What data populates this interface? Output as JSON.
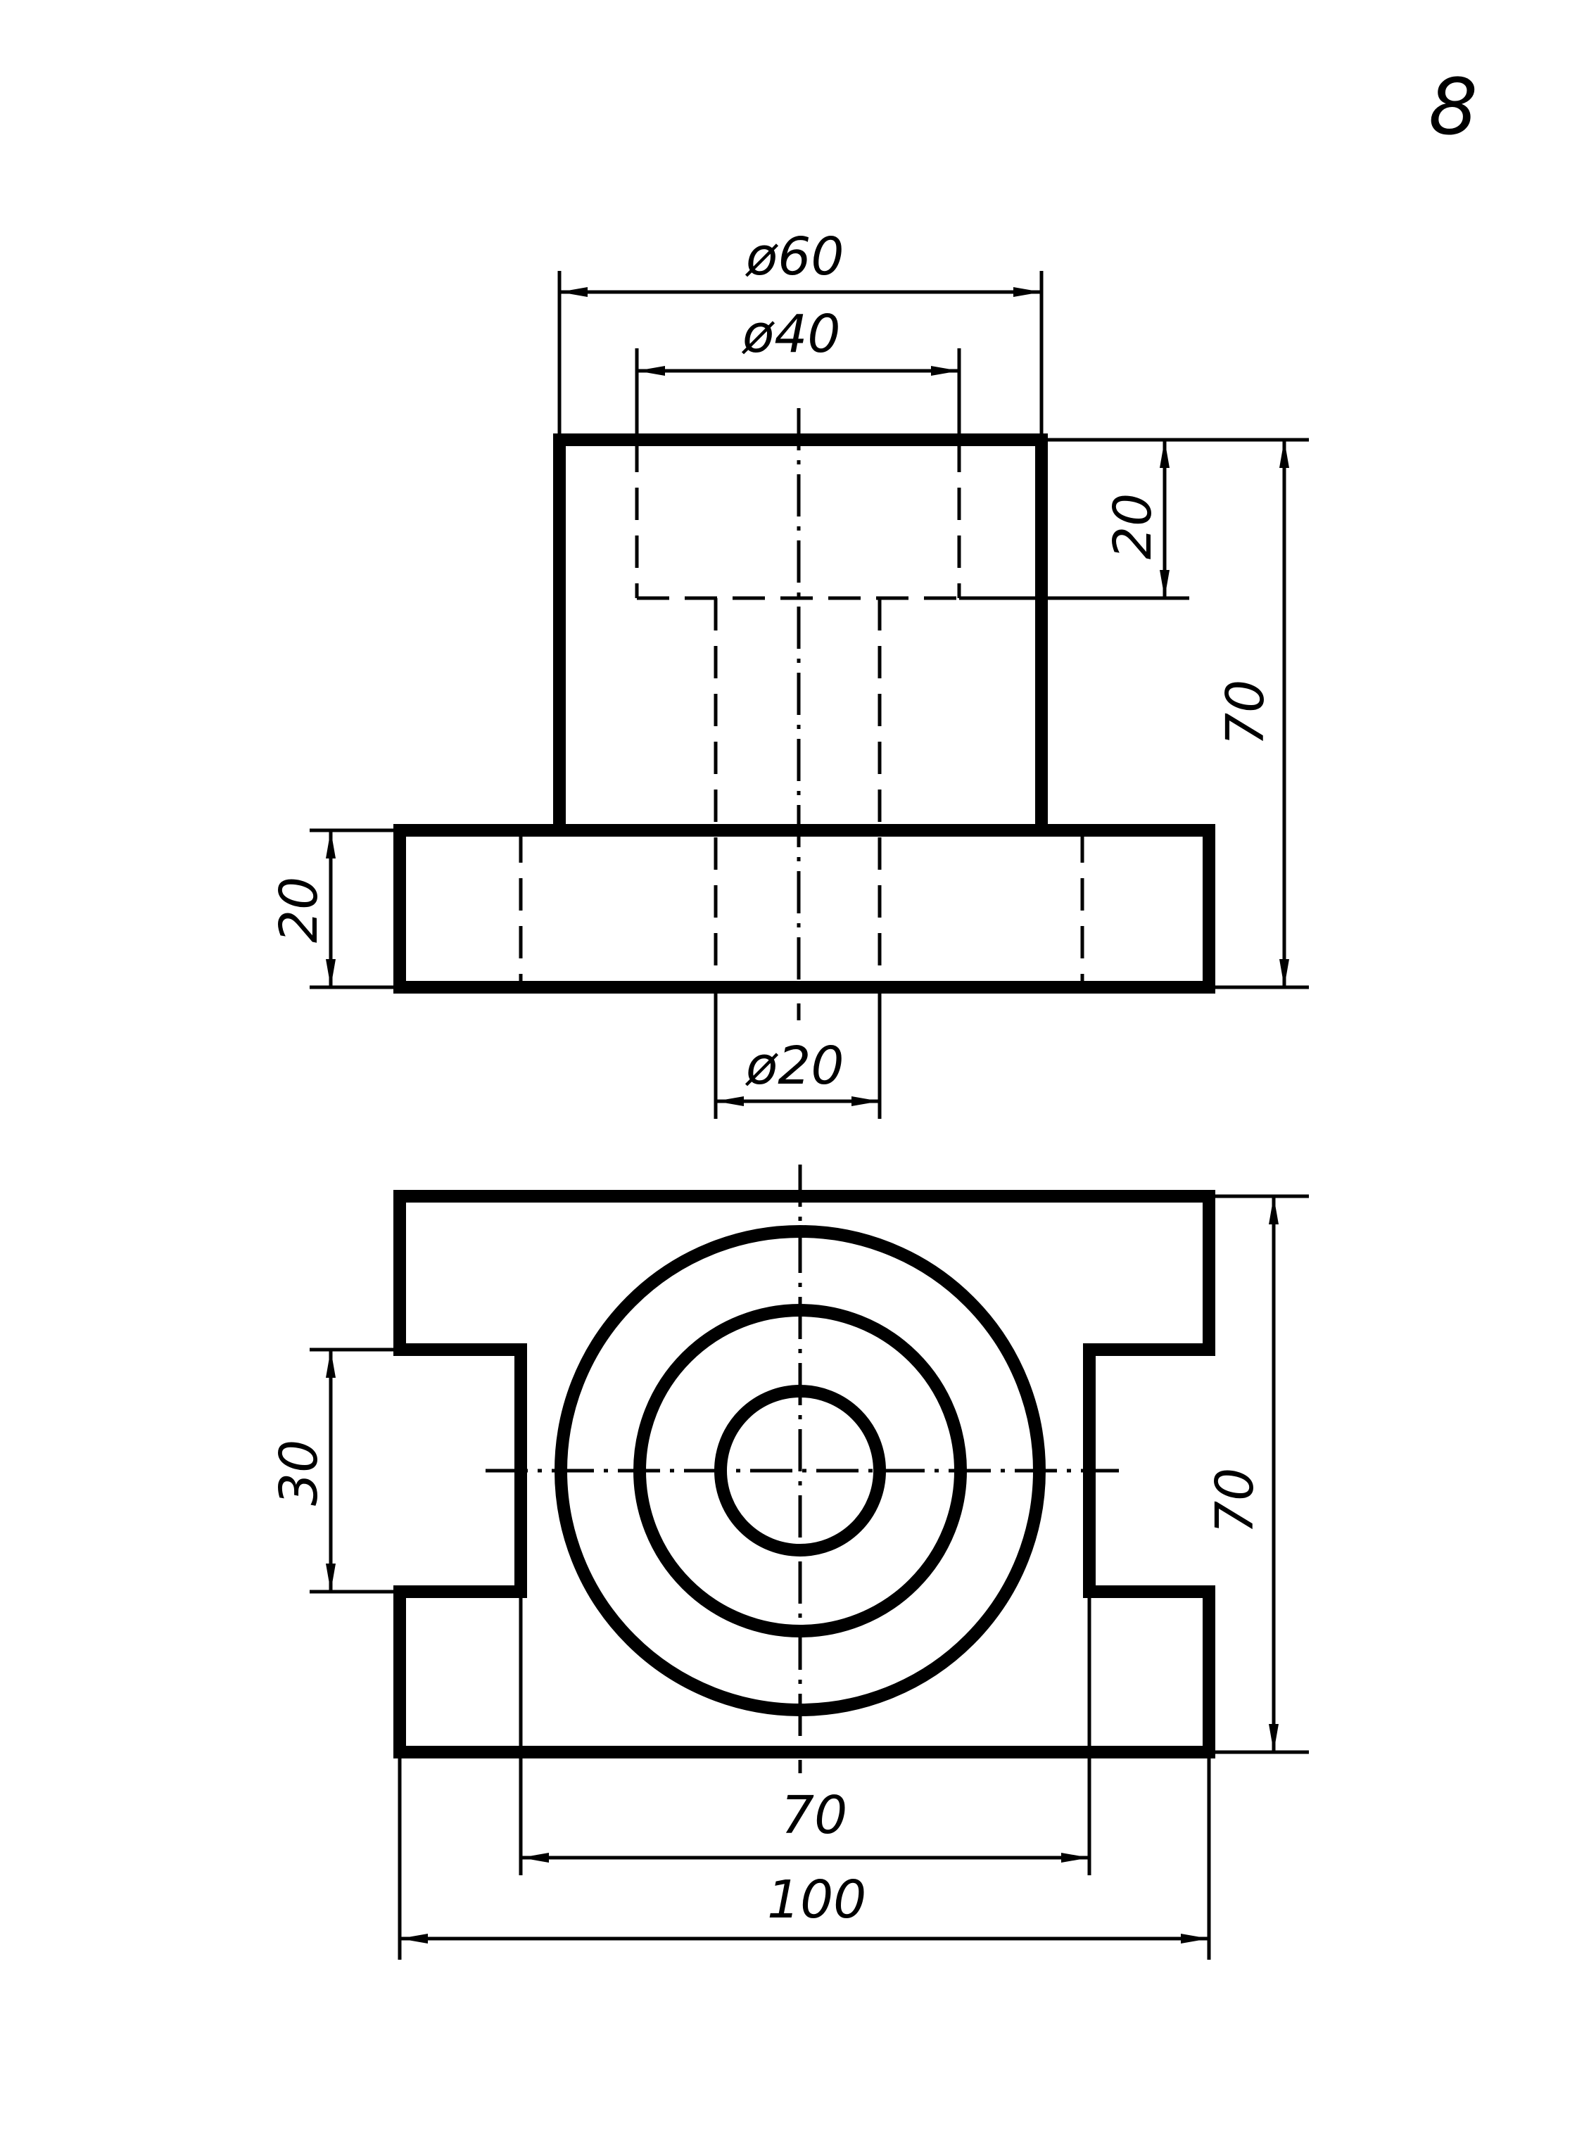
{
  "page": {
    "number": "8"
  },
  "front_view": {
    "dims": {
      "outer_diameter": "ø60",
      "counterbore_diameter": "ø40",
      "counterbore_depth": "20",
      "total_height": "70",
      "base_height": "20",
      "hole_diameter": "ø20"
    }
  },
  "top_view": {
    "dims": {
      "slot_width": "30",
      "depth": "70",
      "slot_span": "70",
      "overall_width": "100"
    }
  }
}
